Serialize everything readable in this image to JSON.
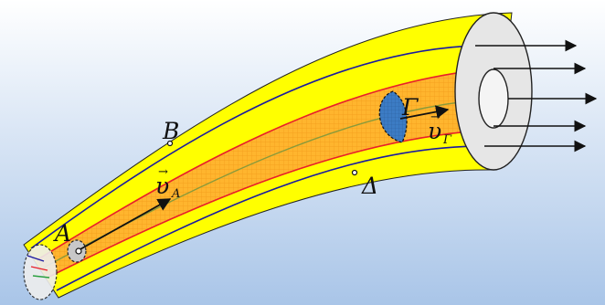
{
  "labels": {
    "A": "A",
    "B": "B",
    "Gamma": "Γ",
    "Delta": "Δ",
    "vA_symbol": "υ",
    "vA_subscript": "A",
    "vG_symbol": "υ",
    "vG_subscript": "Γ",
    "vector_mark": "→"
  },
  "colors": {
    "background_top": "#ffffff",
    "background_bottom": "#a9c5e8",
    "outer_tube": "#ffff00",
    "inner_tube": "#ffb52e",
    "inner_grid": "#f39a1a",
    "cross_section_gamma": "#3c7cc4",
    "end_face": "#e6e6e6",
    "streamline_outer": "#1a1aa0",
    "streamline_inner": "#e8202a",
    "center_line": "#8a9a3a",
    "arrows": "#111111"
  },
  "icons": {
    "point_marker": "small-open-circle",
    "vector_arrow": "arrow-right"
  }
}
